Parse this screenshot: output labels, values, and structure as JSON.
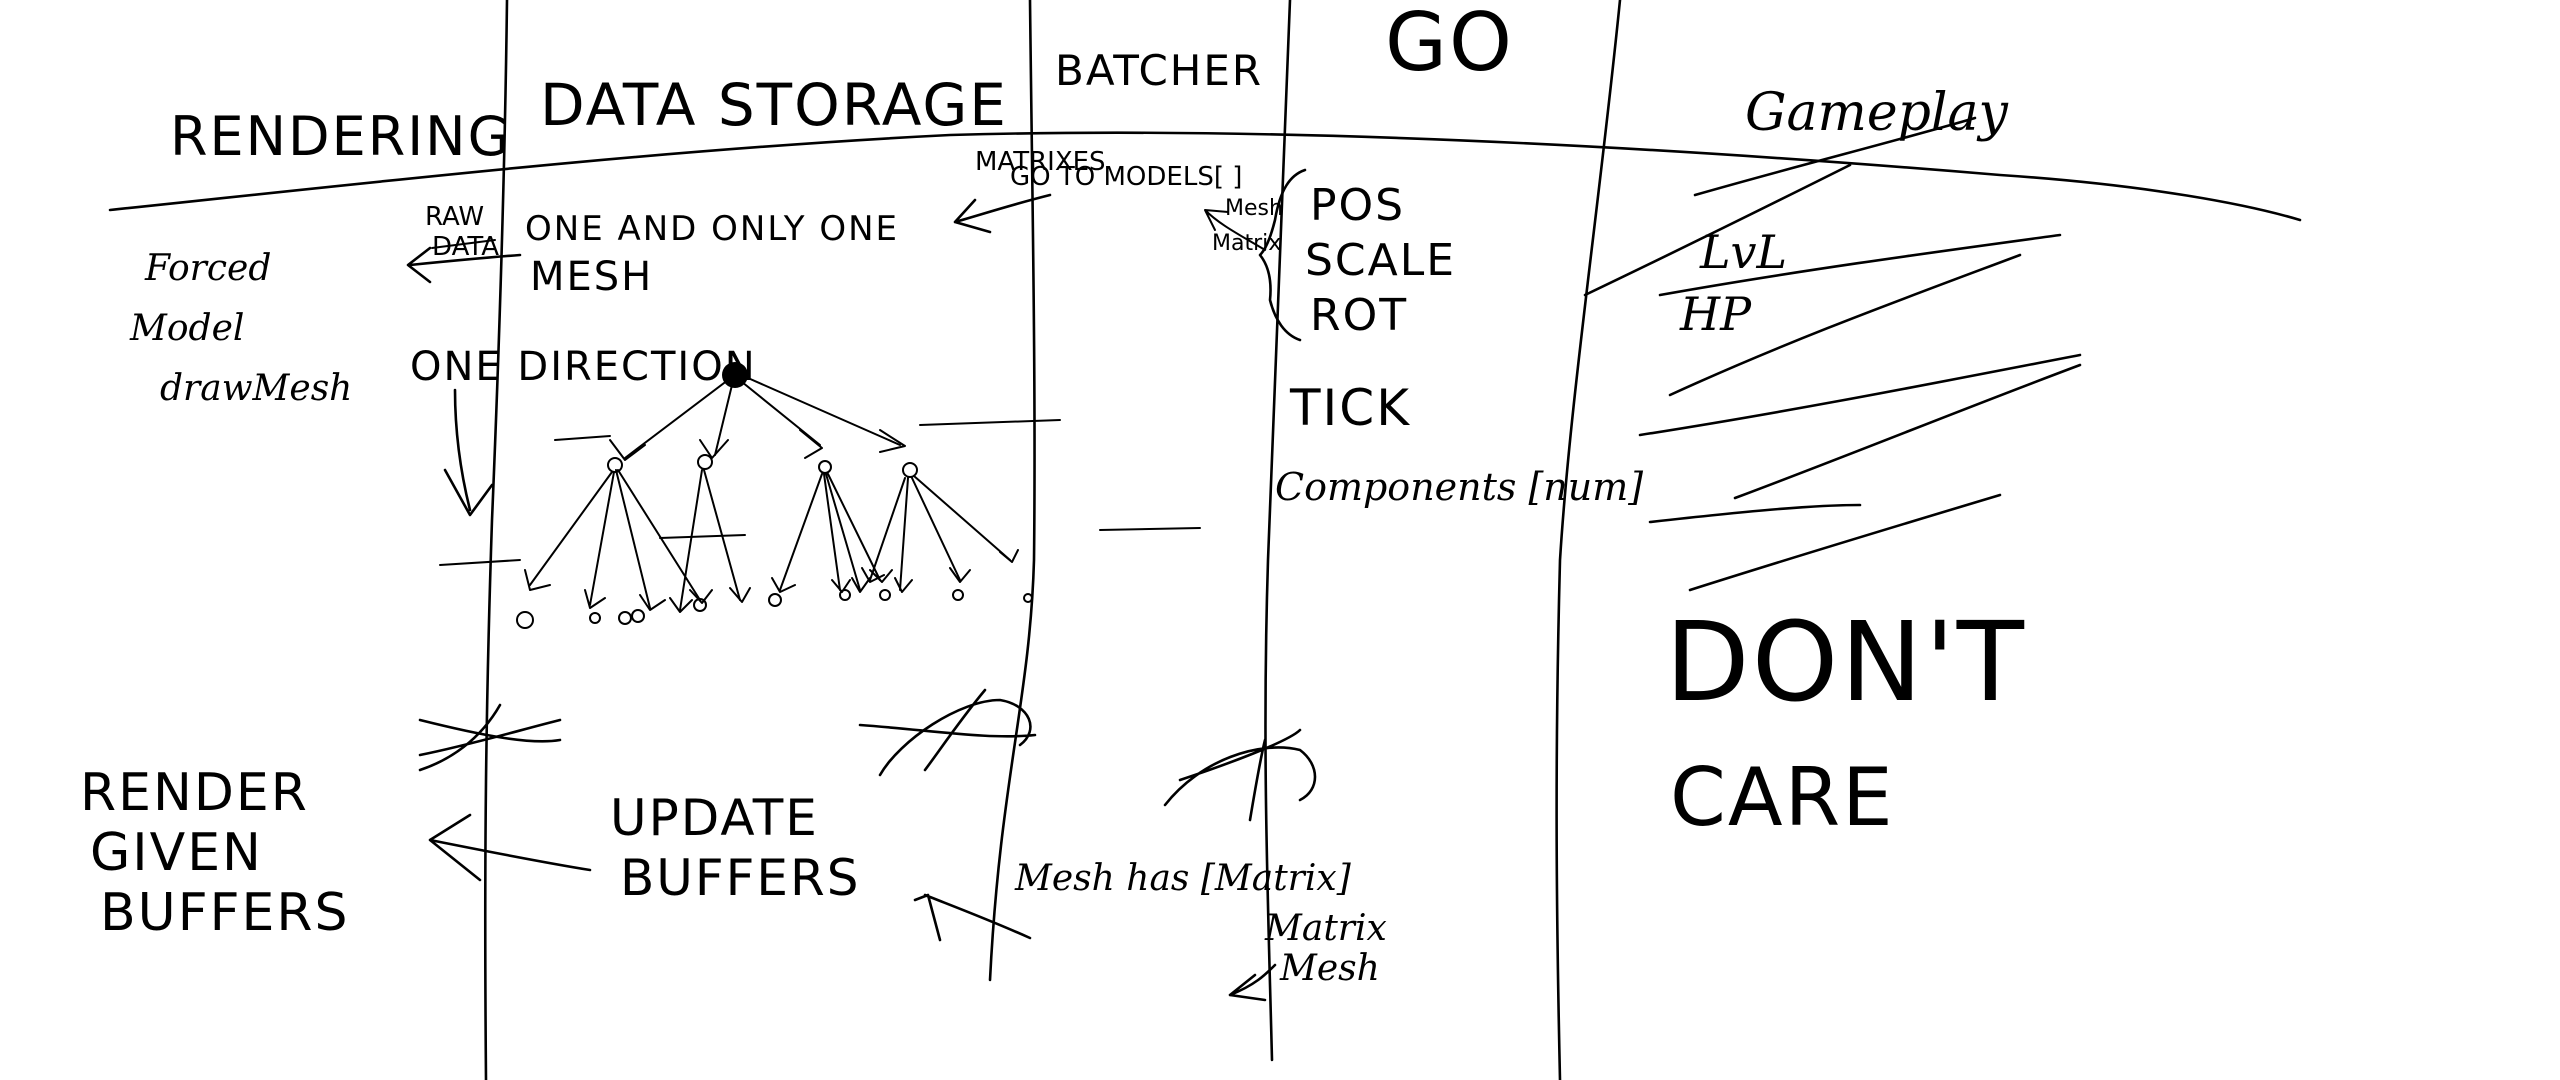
{
  "sections": {
    "rendering": "RENDERING",
    "data_storage": "DATA STORAGE",
    "batcher": "BATCHER",
    "go": "GO",
    "gameplay": "Gameplay"
  },
  "rendering_col": {
    "notes": [
      "Forced",
      "Model",
      "drawMesh"
    ],
    "bottom": [
      "RENDER",
      "GIVEN",
      "BUFFERS"
    ]
  },
  "data_storage_col": {
    "raw_data": [
      "RAW",
      "DATA"
    ],
    "mesh_rule": [
      "ONE AND ONLY ONE",
      "MESH"
    ],
    "one_direction": "ONE DIRECTION",
    "update_buffers": [
      "UPDATE",
      "BUFFERS"
    ]
  },
  "batcher_col": {
    "matrices": [
      "MATRIXES",
      "GO TO MODELS[ ]"
    ],
    "mesh_has": "Mesh has [Matrix]"
  },
  "go_col": {
    "side_notes": [
      "Mesh",
      "Matrix"
    ],
    "props": [
      "POS",
      "SCALE",
      "ROT"
    ],
    "tick": "TICK",
    "components": "Components [num]",
    "matrix_mesh": [
      "Matrix",
      "Mesh"
    ]
  },
  "gameplay_col": {
    "struck": [
      "LvL",
      "HP"
    ],
    "dont_care": [
      "DON'T",
      "CARE"
    ]
  }
}
